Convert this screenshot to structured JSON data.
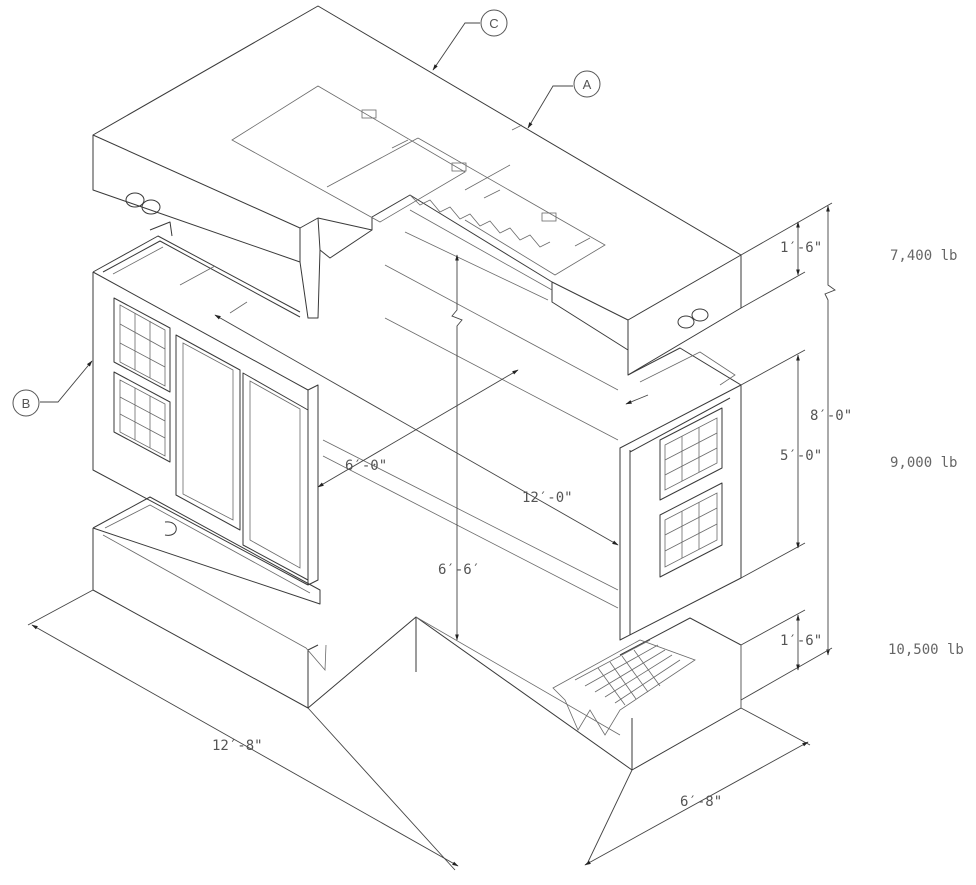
{
  "callouts": {
    "a": "A",
    "b": "B",
    "c": "C"
  },
  "dimensions": {
    "top_height": "1′-6\"",
    "total_height": "8′-0\"",
    "middle_height": "5′-0\"",
    "bottom_height": "1′-6\"",
    "inner_width": "6′-0\"",
    "inner_length": "12′-0\"",
    "inner_height": "6′-6′",
    "overall_length": "12′-8\"",
    "overall_width": "6′-8\""
  },
  "weights": {
    "top": "7,400 lb",
    "middle": "9,000 lb",
    "bottom": "10,500 lb"
  }
}
